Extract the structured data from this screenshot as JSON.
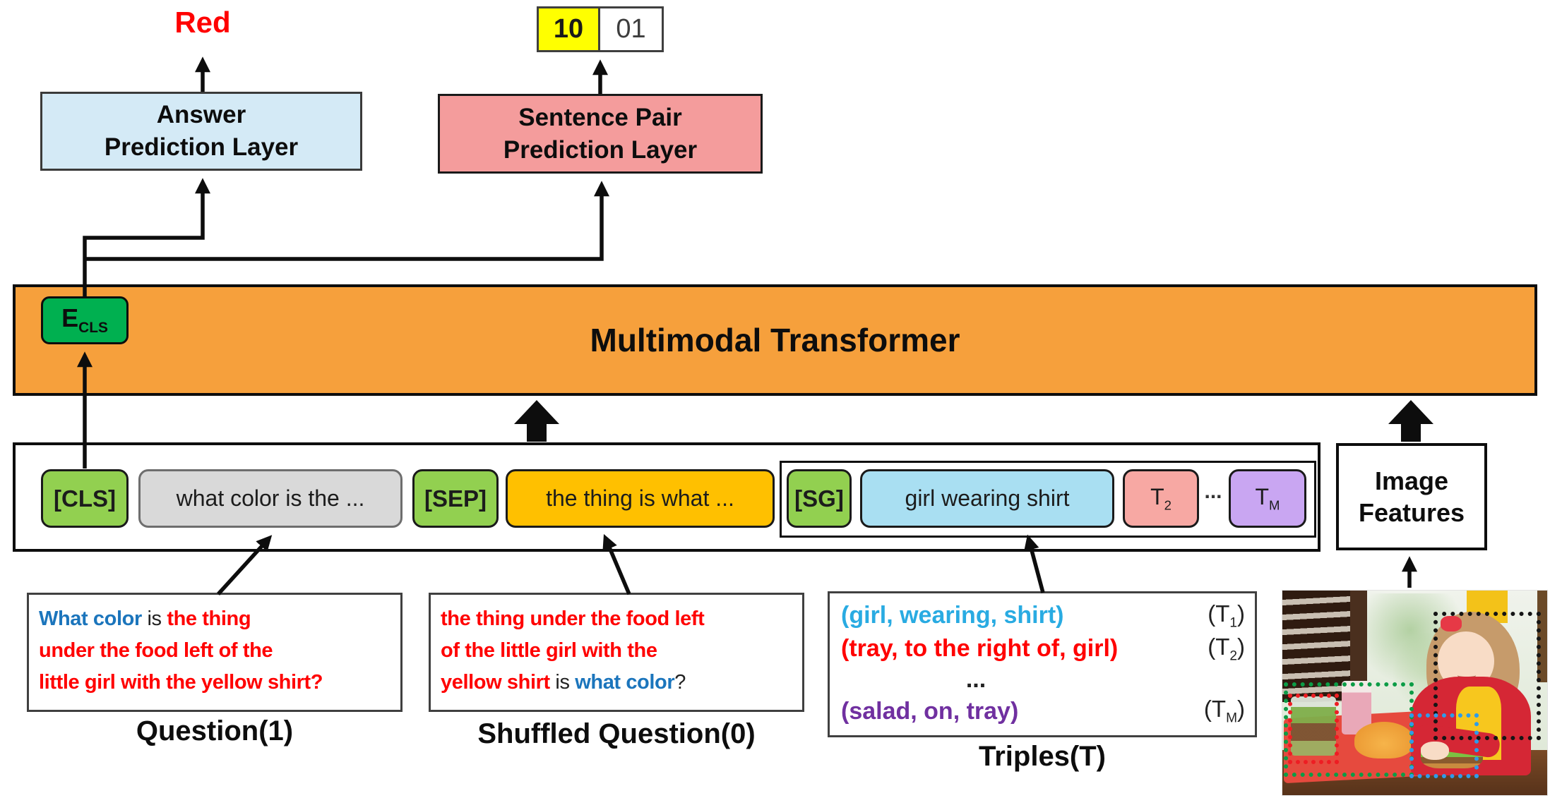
{
  "figure": {
    "answer_output": "Red",
    "answer_layer": {
      "line1": "Answer",
      "line2": "Prediction Layer"
    },
    "sentence_layer": {
      "line1": "Sentence Pair",
      "line2": "Prediction Layer"
    },
    "pair_labels": {
      "positive": "10",
      "negative": "01"
    },
    "transformer_title": "Multimodal Transformer",
    "ecls": {
      "base": "E",
      "sub": "CLS"
    },
    "image_features": {
      "line1": "Image",
      "line2": "Features"
    }
  },
  "tokens": {
    "cls": "[CLS]",
    "question": "what color is the ...",
    "sep": "[SEP]",
    "shuffled": "the thing is what ...",
    "sg": "[SG]",
    "triple1": "girl wearing shirt",
    "t2": {
      "base": "T",
      "sub": "2"
    },
    "dots": "...",
    "tm": {
      "base": "T",
      "sub": "M"
    }
  },
  "question": {
    "segments": [
      {
        "text": "What color ",
        "color": "blue"
      },
      {
        "text": "is ",
        "color": "black"
      },
      {
        "text": "the thing",
        "color": "red"
      },
      {
        "br": true
      },
      {
        "text": "under the food left of the",
        "color": "red"
      },
      {
        "br": true
      },
      {
        "text": "little girl with the yellow shirt?",
        "color": "red"
      }
    ],
    "label": "Question(1)"
  },
  "shuffled_question": {
    "segments": [
      {
        "text": "the thing under the food left",
        "color": "red"
      },
      {
        "br": true
      },
      {
        "text": "of the little girl with the",
        "color": "red"
      },
      {
        "br": true
      },
      {
        "text": "yellow shirt ",
        "color": "red"
      },
      {
        "text": "is ",
        "color": "black"
      },
      {
        "text": "what color",
        "color": "blue"
      },
      {
        "text": "?",
        "color": "black"
      }
    ],
    "label": "Shuffled Question(0)"
  },
  "triples": {
    "rows": [
      {
        "text": "(girl, wearing, shirt)",
        "color": "cyan",
        "tag_base": "T",
        "tag_sub": "1"
      },
      {
        "text": "(tray, to the right of, girl)",
        "color": "red",
        "tag_base": "T",
        "tag_sub": "2"
      },
      {
        "text": "...",
        "color": "black",
        "tag_base": "",
        "tag_sub": ""
      },
      {
        "text": "(salad, on, tray)",
        "color": "purple",
        "tag_base": "T",
        "tag_sub": "M"
      }
    ],
    "label": "Triples(T)"
  },
  "colors": {
    "red_text": "#FF0000",
    "blue_text": "#1B75BC",
    "cyan_text": "#29ABE2",
    "purple_text": "#7030A0",
    "orange_bar": "#F6A03C",
    "green_dark": "#00B050",
    "green_light": "#92D050",
    "gray_token": "#D9D9D9",
    "gold_token": "#FFC000",
    "blue_token": "#A9DFF2",
    "pink_token": "#F7A8A3",
    "purple_token": "#C9A6F2",
    "answer_box": "#D4EAF6",
    "sentence_box": "#F49C9C",
    "highlight_yellow": "#FFFF00",
    "bbox_black": "#151515",
    "bbox_green": "#0C9C46",
    "bbox_red": "#EE1D23",
    "bbox_blue": "#2D9CEA"
  }
}
